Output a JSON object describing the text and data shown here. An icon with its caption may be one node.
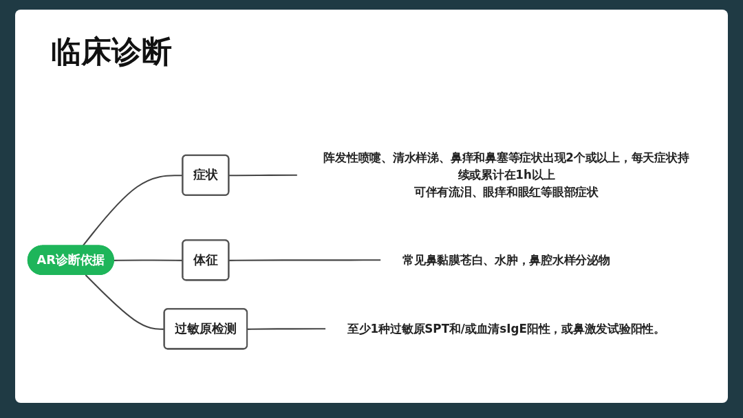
{
  "diagram": {
    "title": "临床诊断",
    "nodes": [
      {
        "text": [
          "AR诊断依据"
        ]
      },
      {
        "text": [
          "症状"
        ]
      },
      {
        "text": [
          "体征"
        ]
      },
      {
        "text": [
          "过敏原检测"
        ]
      },
      {
        "text": [
          "阵发性喷嚏、清水样涕、鼻痒和鼻塞等症状出现2个或以上，每天症状持续或累计在1h以上",
          "可伴有流泪、眼痒和眼红等眼部症状"
        ]
      },
      {
        "text": [
          "常见鼻黏膜苍白、水肿，鼻腔水样分泌物"
        ]
      },
      {
        "text": [
          "至少1种过敏原SPT和/或血清sIgE阳性，或鼻激发试验阳性。"
        ]
      }
    ],
    "edges": [
      {
        "from": 0,
        "to": 1,
        "arrow": "none"
      },
      {
        "from": 0,
        "to": 2,
        "arrow": "none"
      },
      {
        "from": 0,
        "to": 3,
        "arrow": "none"
      },
      {
        "from": 1,
        "to": 4,
        "arrow": "none"
      },
      {
        "from": 2,
        "to": 5,
        "arrow": "none"
      },
      {
        "from": 3,
        "to": 6,
        "arrow": "none"
      }
    ]
  }
}
